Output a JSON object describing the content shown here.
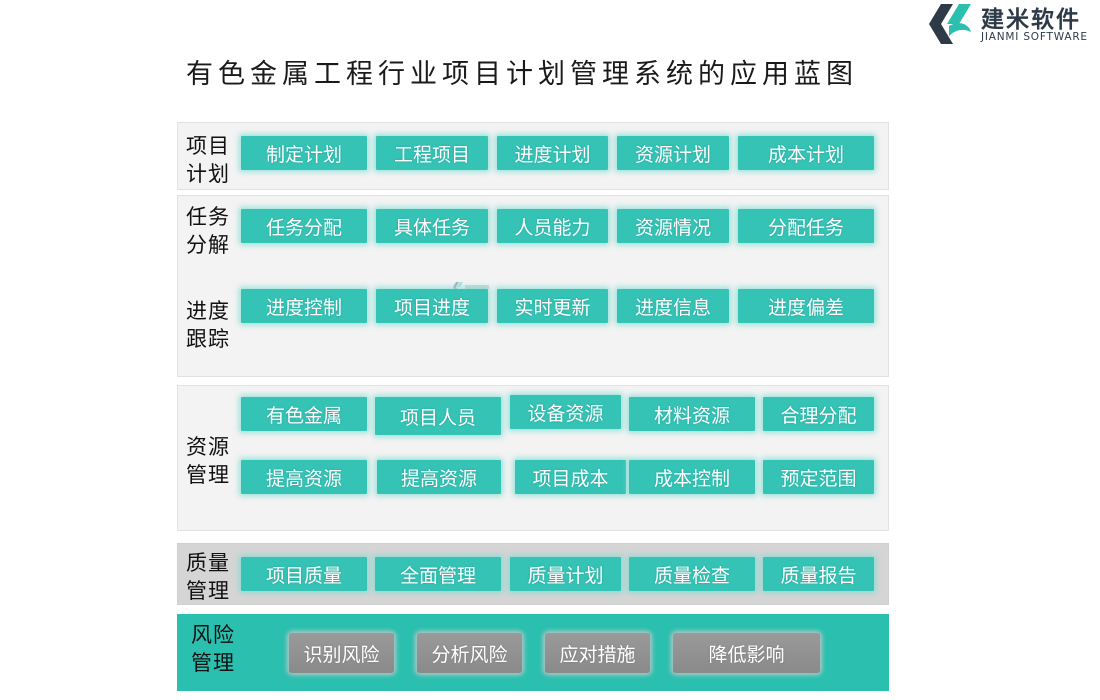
{
  "logo": {
    "name_cn": "建米软件",
    "name_en": "JIANMI SOFTWARE"
  },
  "title": "有色金属工程行业项目计划管理系统的应用蓝图",
  "watermark": "建米软件",
  "sections": {
    "plan": {
      "label": [
        "项目",
        "计划"
      ],
      "items": [
        "制定计划",
        "工程项目",
        "进度计划",
        "资源计划",
        "成本计划"
      ]
    },
    "task": {
      "label": [
        "任务",
        "分解"
      ],
      "items": [
        "任务分配",
        "具体任务",
        "人员能力",
        "资源情况",
        "分配任务"
      ]
    },
    "track": {
      "label": [
        "进度",
        "跟踪"
      ],
      "items": [
        "进度控制",
        "项目进度",
        "实时更新",
        "进度信息",
        "进度偏差"
      ]
    },
    "resource": {
      "label": [
        "资源",
        "管理"
      ],
      "row1": [
        "有色金属",
        "项目人员",
        "设备资源",
        "材料资源",
        "合理分配"
      ],
      "row2": [
        "提高资源",
        "提高资源",
        "项目成本",
        "成本控制",
        "预定范围"
      ]
    },
    "quality": {
      "label": [
        "质量",
        "管理"
      ],
      "items": [
        "项目质量",
        "全面管理",
        "质量计划",
        "质量检查",
        "质量报告"
      ]
    },
    "risk": {
      "label": [
        "风险",
        "管理"
      ],
      "items": [
        "识别风险",
        "分析风险",
        "应对措施",
        "降低影响"
      ]
    }
  },
  "colors": {
    "teal": "#34c3b5",
    "risk_band": "#2abfaf",
    "gray_button": "#8f8f8f",
    "quality_band": "#d5d5d5"
  }
}
